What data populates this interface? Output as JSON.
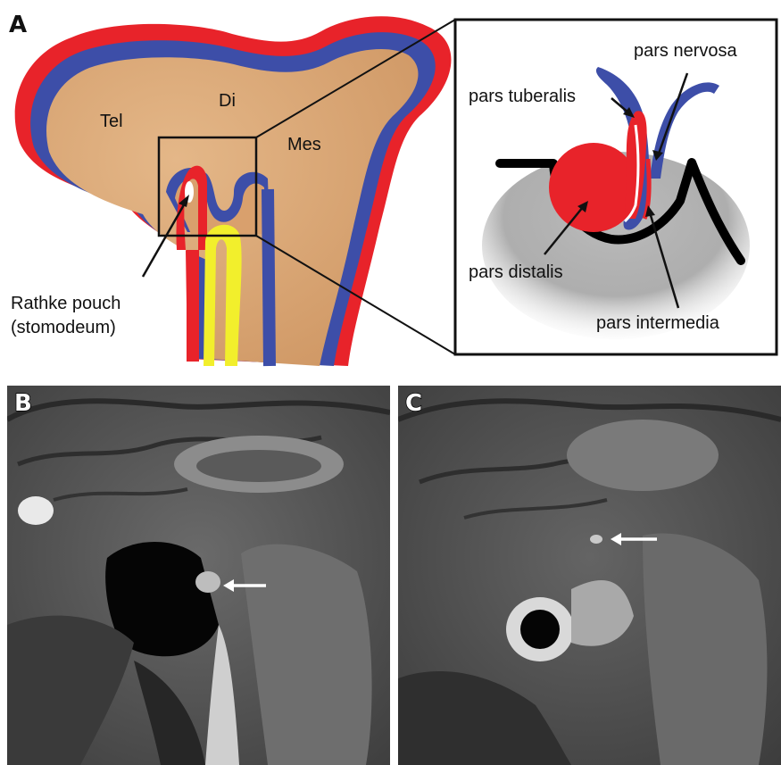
{
  "panels": {
    "a": {
      "letter": "A"
    },
    "b": {
      "letter": "B"
    },
    "c": {
      "letter": "C"
    }
  },
  "embryo": {
    "regions": {
      "tel": "Tel",
      "di": "Di",
      "mes": "Mes"
    },
    "rathke_line1": "Rathke pouch",
    "rathke_line2": "(stomodeum)"
  },
  "pituitary": {
    "pars_nervosa": "pars nervosa",
    "pars_tuberalis": "pars tuberalis",
    "pars_distalis": "pars distalis",
    "pars_intermedia": "pars intermedia"
  },
  "colors": {
    "ectoderm": "#e8232a",
    "neural": "#3d4ea8",
    "brain_fill": "#d9a06d",
    "notochord": "#f2ef2c",
    "bone": "#000000",
    "mri_background": "#4e4e4e"
  }
}
